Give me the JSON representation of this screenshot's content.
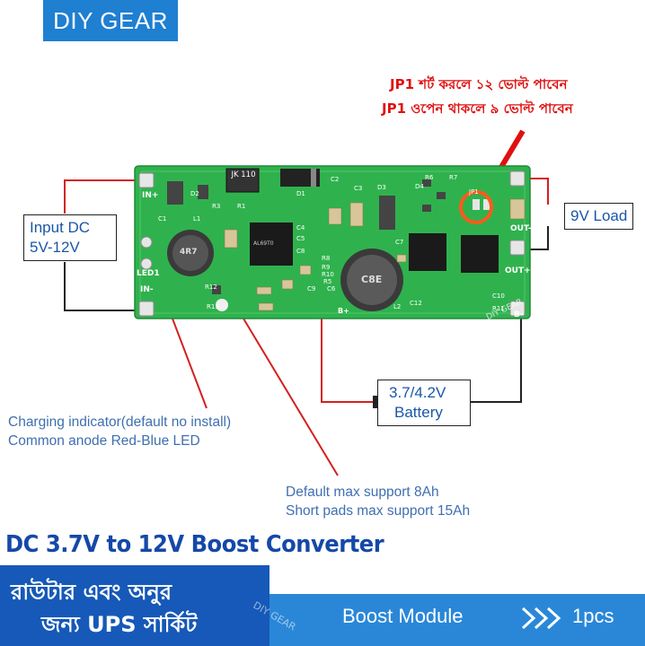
{
  "logo": {
    "text": "DIY GEAR"
  },
  "jumper_notes": {
    "line1": "JP1 শর্ট করলে ১২ ভোল্ট পাবেন",
    "line2": "JP1 ওপেন থাকলে ৯ ভোল্ট পাবেন"
  },
  "labels": {
    "input_line1": "Input DC",
    "input_line2": "5V-12V",
    "load": "9V Load",
    "battery_line1": "3.7/4.2V",
    "battery_line2": "Battery"
  },
  "notes": {
    "charging_line1": "Charging indicator(default no install)",
    "charging_line2": "Common anode Red-Blue LED",
    "capacity_line1": "Default max support 8Ah",
    "capacity_line2": "Short pads max support 15Ah"
  },
  "board": {
    "pins_left": [
      "IN+",
      "LED1",
      "IN-"
    ],
    "pins_right": [
      "OUT+",
      "OUT-",
      "B-"
    ],
    "chips": [
      "JK 110",
      "4R7",
      "AL69T0",
      "C8E"
    ],
    "refs": [
      "L1",
      "L2",
      "R1",
      "R3",
      "R5",
      "R6",
      "R7",
      "R8",
      "R9",
      "R10",
      "R11",
      "R12",
      "R13",
      "C1",
      "C2",
      "C3",
      "C4",
      "C5",
      "C6",
      "C7",
      "C8",
      "C9",
      "C10",
      "C12",
      "D1",
      "D2",
      "D3",
      "D4",
      "JP1",
      "B+"
    ],
    "watermark": "DIY GEAR"
  },
  "headline": "DC 3.7V to 12V Boost Converter",
  "banner": {
    "line1": "রাউটার এবং অনুর",
    "line2": "জন্য UPS সার্কিট",
    "watermark": "DIY GEAR"
  },
  "module": {
    "label": "Boost Module",
    "quantity": "1pcs"
  },
  "colors": {
    "brand_blue": "#1f7fd1",
    "pcb_green": "#2fb24d",
    "accent_red": "#e01010",
    "banner_blue": "#1659b8"
  }
}
